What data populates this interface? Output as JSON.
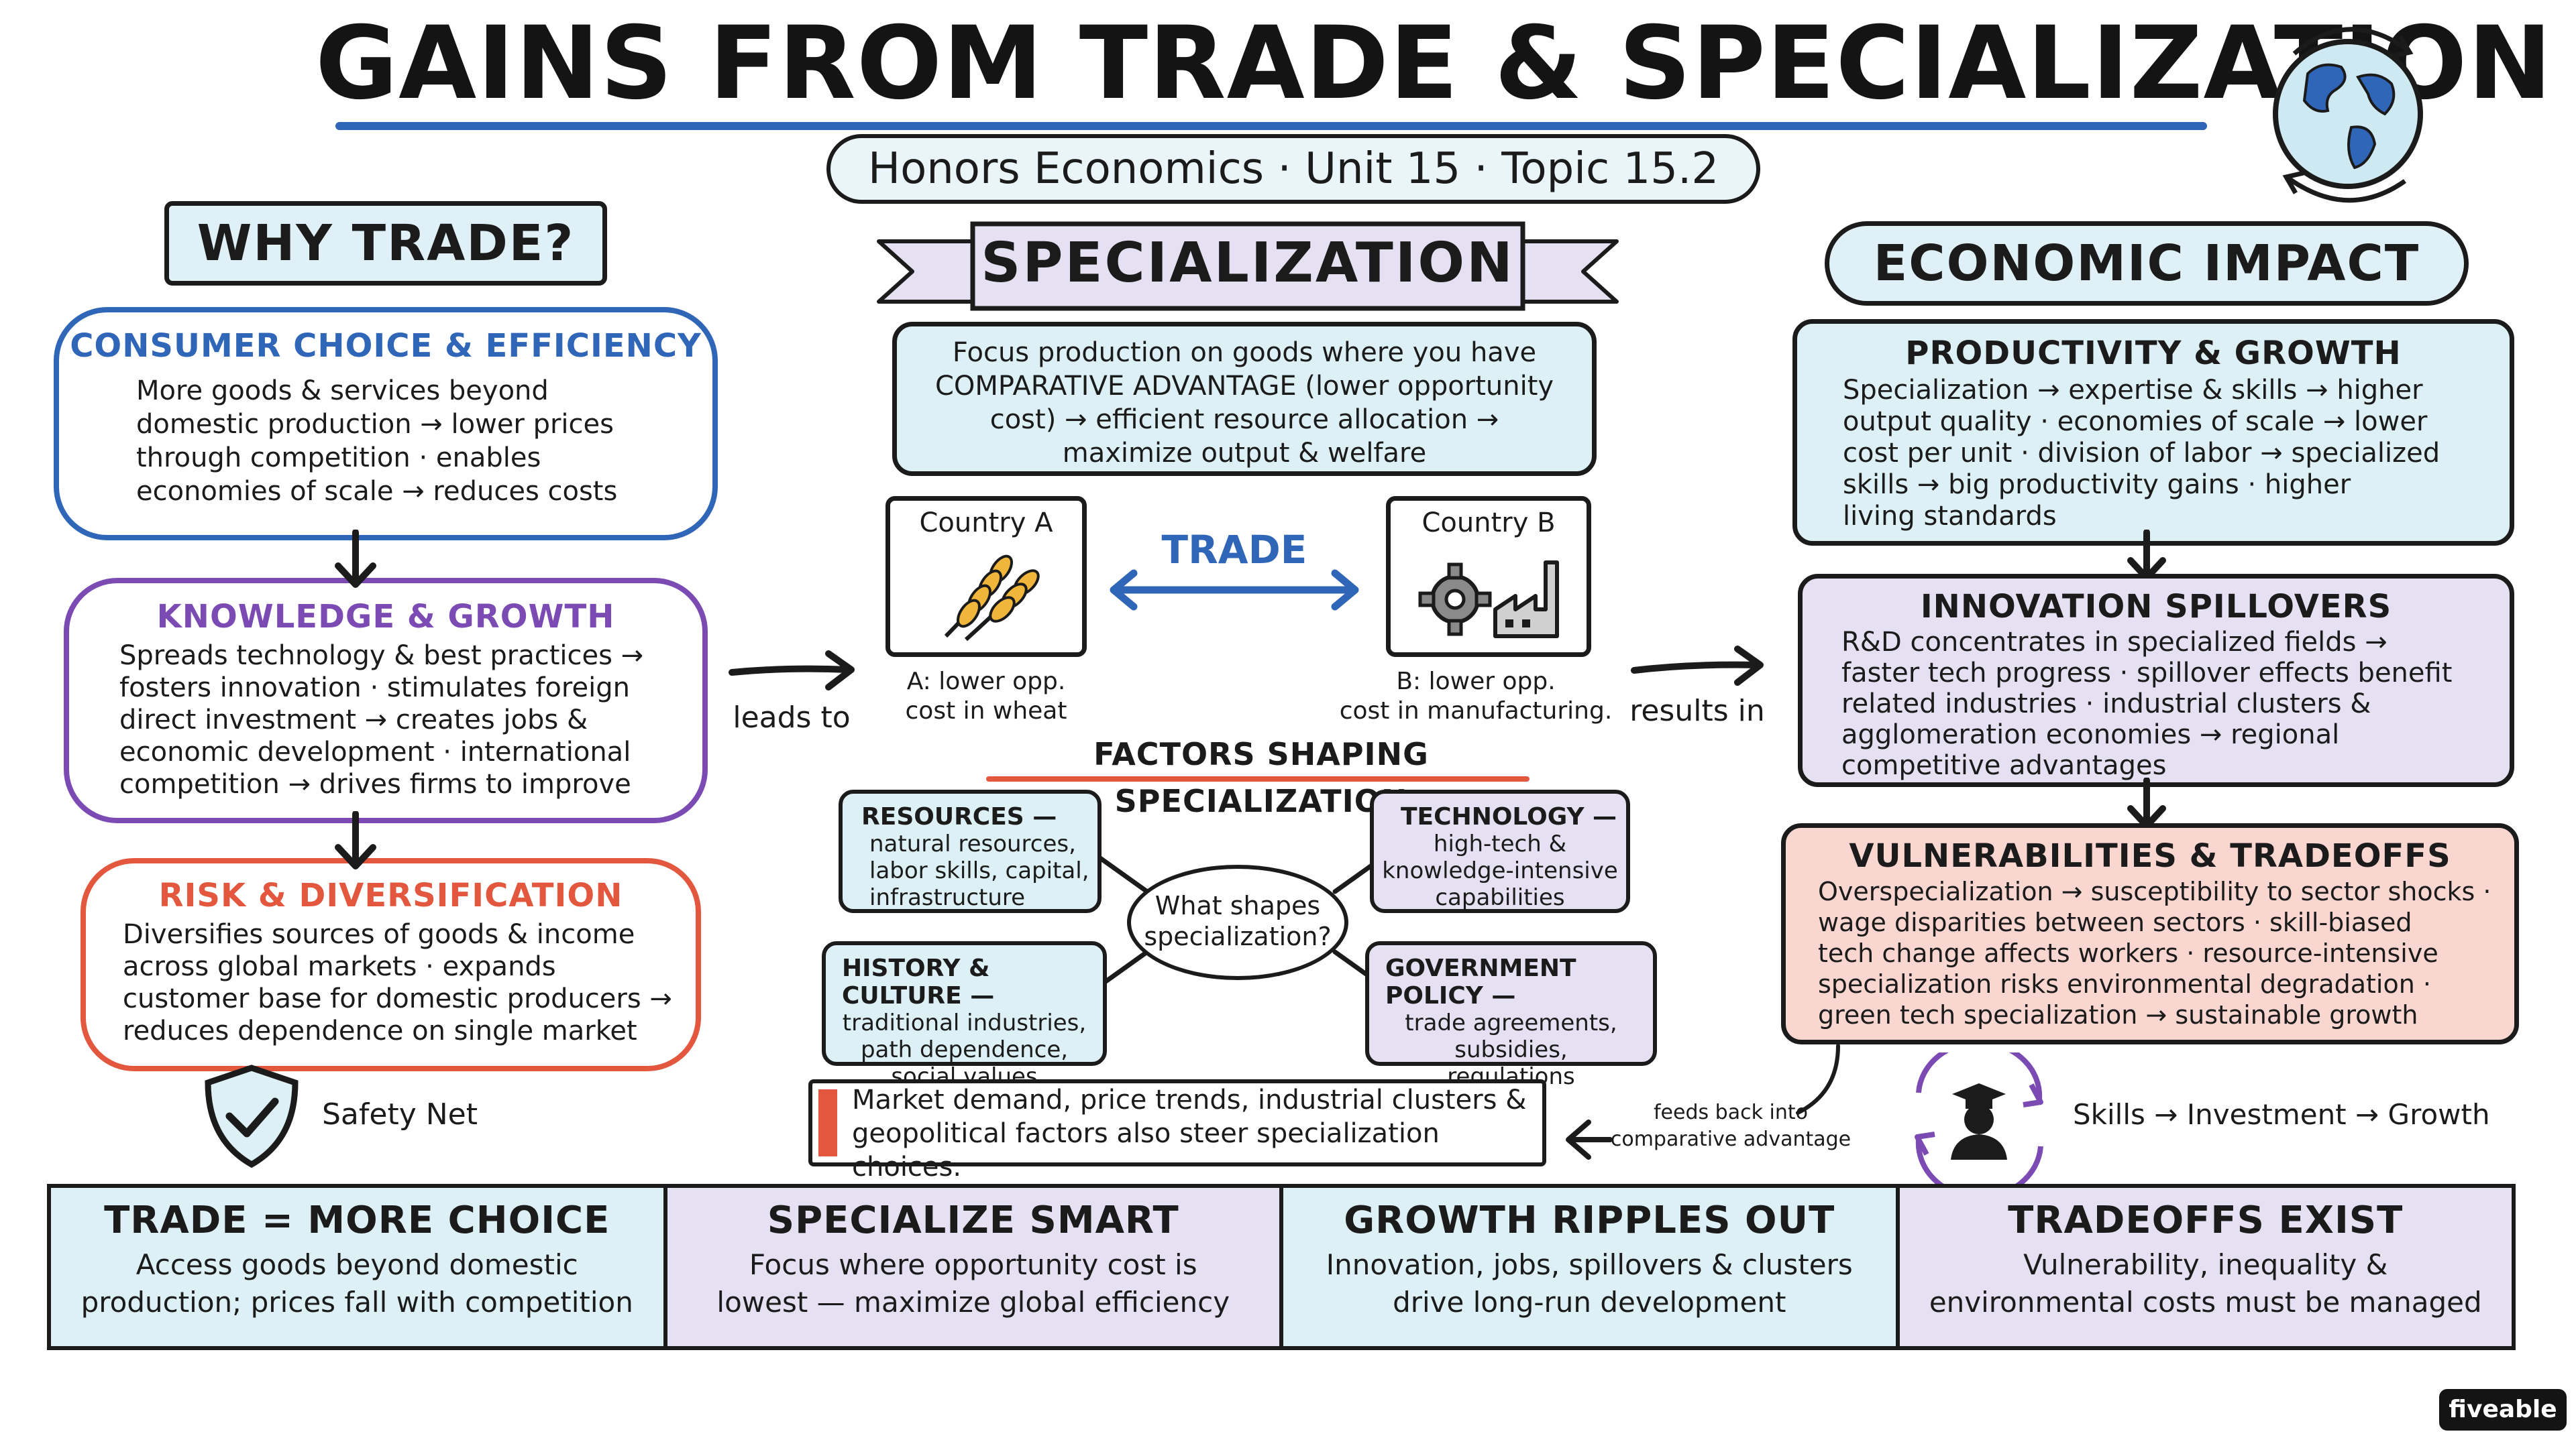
{
  "title": "GAINS FROM TRADE & SPECIALIZATION",
  "subtitle": "Honors Economics · Unit 15 · Topic 15.2",
  "why_trade": {
    "header": "WHY TRADE?",
    "consumer_choice": {
      "title": "CONSUMER CHOICE & EFFICIENCY",
      "lines": [
        "More goods & services beyond",
        "domestic production → lower prices",
        "through competition · enables",
        "economies of scale → reduces costs"
      ]
    },
    "knowledge_growth": {
      "title": "KNOWLEDGE & GROWTH",
      "lines": [
        "Spreads technology & best practices →",
        "fosters innovation · stimulates foreign",
        "direct investment → creates jobs &",
        "economic development · international",
        "competition → drives firms to improve"
      ]
    },
    "risk_diversification": {
      "title": "RISK & DIVERSIFICATION",
      "lines": [
        "Diversifies sources of goods & income",
        "across global markets · expands",
        "customer base for domestic producers →",
        "reduces dependence on single market"
      ]
    },
    "safety_net_label": "Safety Net"
  },
  "connectors": {
    "leads_to": "leads to",
    "results_in": "results in",
    "feeds_back_lines": [
      "feeds back into",
      "comparative advantage"
    ]
  },
  "specialization": {
    "header": "SPECIALIZATION",
    "focus_lines": [
      "Focus production on goods where you have",
      "COMPARATIVE ADVANTAGE (lower opportunity",
      "cost) → efficient resource allocation →",
      "maximize output & welfare"
    ],
    "country_a": {
      "name": "Country A",
      "note_lines": [
        "A: lower opp.",
        "cost in wheat"
      ],
      "icon": "wheat-icon"
    },
    "country_b": {
      "name": "Country B",
      "note_lines": [
        "B: lower opp.",
        "cost in manufacturing."
      ],
      "icon": "gear-factory-icon"
    },
    "trade_label": "TRADE",
    "factors_title": "FACTORS SHAPING SPECIALIZATION",
    "factors_hub_lines": [
      "What shapes",
      "specialization?"
    ],
    "factors": {
      "resources": {
        "title": "RESOURCES —",
        "lines": [
          "natural resources,",
          "labor skills, capital,",
          "infrastructure"
        ]
      },
      "technology": {
        "title": "TECHNOLOGY —",
        "lines": [
          "high-tech &",
          "knowledge-intensive",
          "capabilities"
        ]
      },
      "history": {
        "title": "HISTORY & CULTURE —",
        "lines": [
          "traditional industries,",
          "path dependence,",
          "social values"
        ]
      },
      "government": {
        "title": "GOVERNMENT POLICY —",
        "lines": [
          "trade agreements,",
          "subsidies,",
          "regulations"
        ]
      }
    },
    "market_demand_lines": [
      "Market demand, price trends, industrial clusters &",
      "geopolitical factors also steer specialization choices."
    ]
  },
  "economic_impact": {
    "header": "ECONOMIC IMPACT",
    "productivity": {
      "title": "PRODUCTIVITY & GROWTH",
      "lines": [
        "Specialization → expertise & skills → higher",
        "output quality · economies of scale → lower",
        "cost per unit · division of labor → specialized",
        "skills → big productivity gains · higher",
        "living standards"
      ]
    },
    "innovation": {
      "title": "INNOVATION SPILLOVERS",
      "lines": [
        "R&D concentrates in specialized fields →",
        "faster tech progress · spillover effects benefit",
        "related industries · industrial clusters &",
        "agglomeration economies → regional",
        "competitive advantages"
      ]
    },
    "vulnerabilities": {
      "title": "VULNERABILITIES & TRADEOFFS",
      "lines": [
        "Overspecialization → susceptibility to sector shocks ·",
        "wage disparities between sectors · skill-biased",
        "tech change affects workers · resource-intensive",
        "specialization risks environmental degradation ·",
        "green tech specialization → sustainable growth"
      ]
    },
    "skills_label": "Skills → Investment → Growth"
  },
  "bottom_panels": [
    {
      "title": "TRADE = MORE CHOICE",
      "lines": [
        "Access goods beyond domestic",
        "production; prices fall with competition"
      ],
      "color": "#ddf0f5"
    },
    {
      "title": "SPECIALIZE SMART",
      "lines": [
        "Focus where opportunity cost is",
        "lowest — maximize global efficiency"
      ],
      "color": "#e6e0f3"
    },
    {
      "title": "GROWTH RIPPLES OUT",
      "lines": [
        "Innovation, jobs, spillovers & clusters",
        "drive long-run development"
      ],
      "color": "#ddf0f5"
    },
    {
      "title": "TRADEOFFS EXIST",
      "lines": [
        "Vulnerability, inequality &",
        "environmental costs must be managed"
      ],
      "color": "#e6e0f3"
    }
  ],
  "brand": "fiveable",
  "colors": {
    "blue": "#2f66b8",
    "purple": "#7b4bb3",
    "red": "#e4573f",
    "light_blue": "#ddf0f5",
    "light_purple": "#e6e0f3",
    "light_red": "#f9d6cf"
  }
}
